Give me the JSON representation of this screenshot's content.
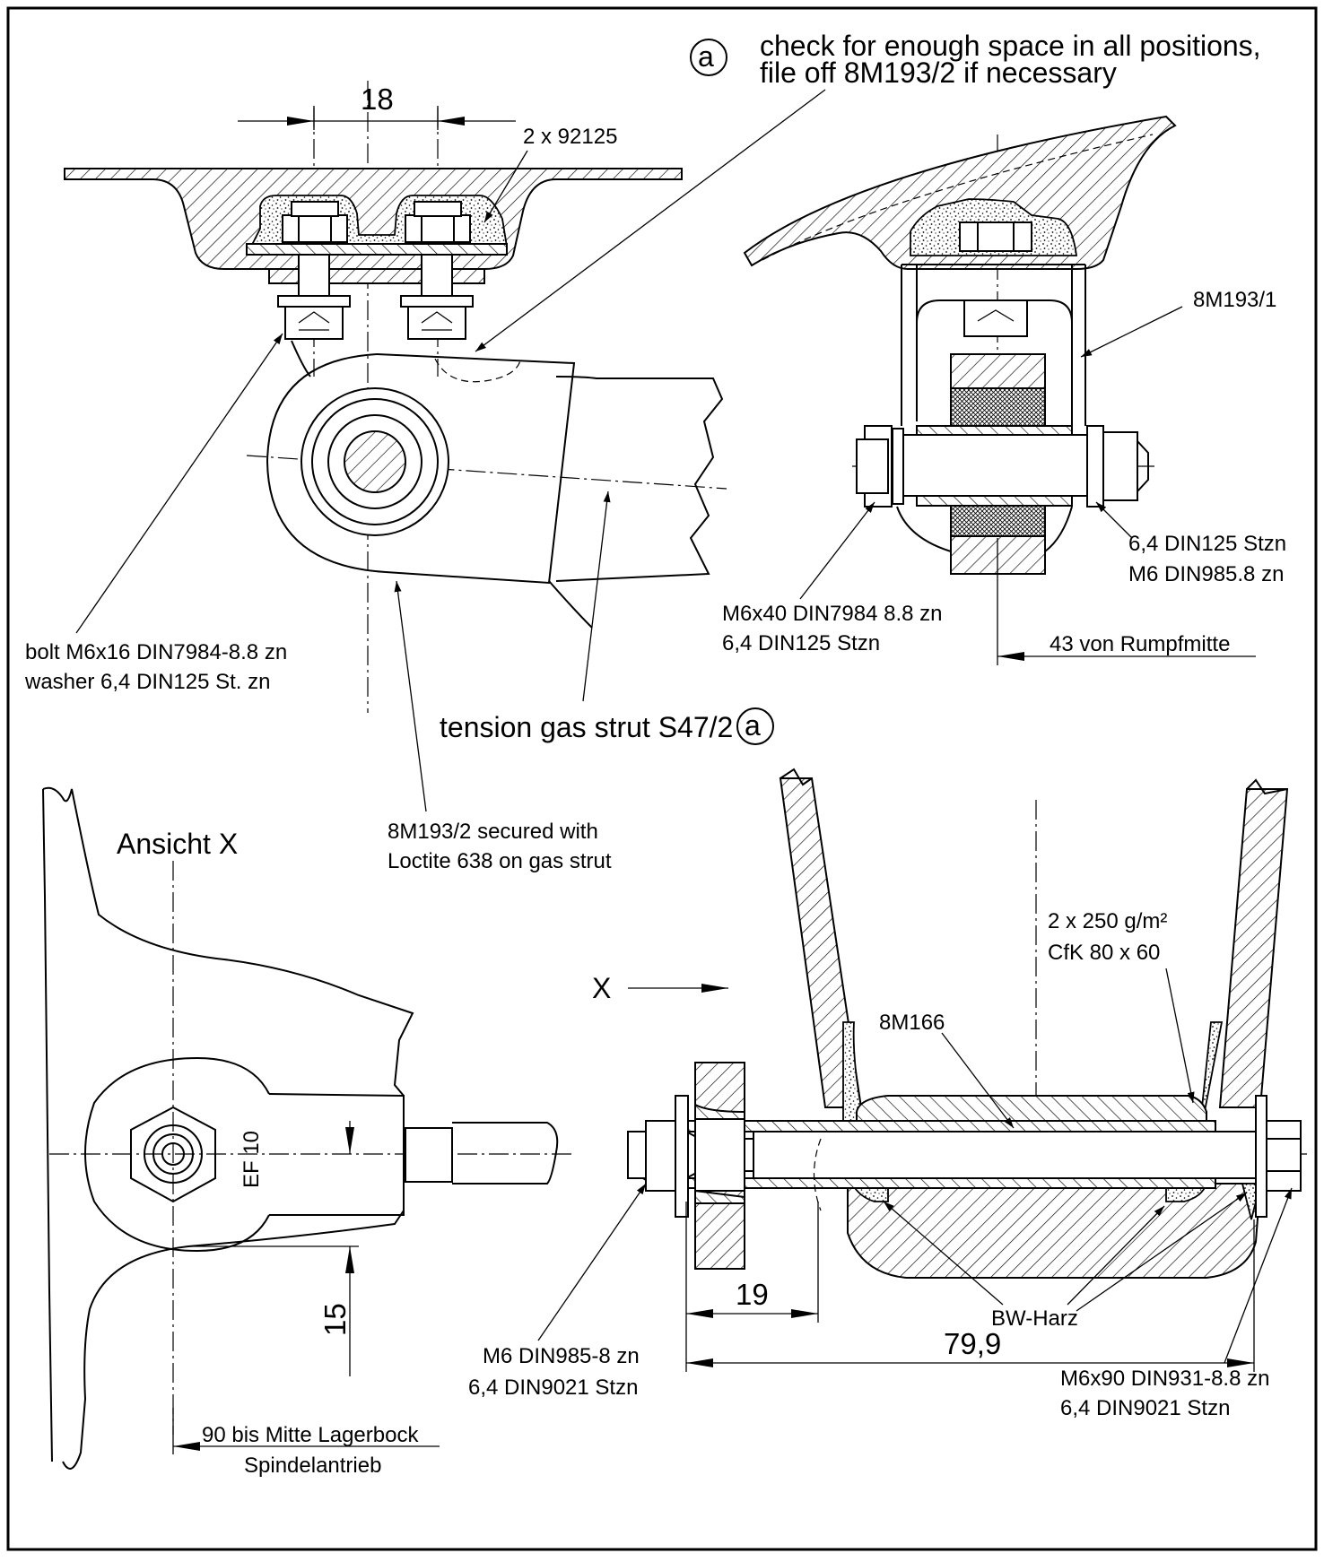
{
  "note_marker": "a",
  "note_top": {
    "line1": "check for enough space in all positions,",
    "line2": "file off 8M193/2 if necessary"
  },
  "dim_18": "18",
  "callout_92125": "2 x 92125",
  "callout_8m193_1": "8M193/1",
  "callout_stzn_right": {
    "line1": "6,4 DIN125 Stzn",
    "line2": "M6 DIN985.8 zn"
  },
  "callout_m6x40": {
    "line1": "M6x40 DIN7984 8.8 zn",
    "line2": "6,4 DIN125 Stzn"
  },
  "dim_43": "43  von Rumpfmitte",
  "callout_bolt": {
    "line1": "bolt M6x16 DIN7984-8.8 zn",
    "line2": "washer 6,4 DIN125 St. zn"
  },
  "callout_strut": "tension gas strut S47/2",
  "callout_8m193_2": {
    "line1": "8M193/2 secured with",
    "line2": "Loctite 638 on gas strut"
  },
  "view_title": "Ansicht X",
  "view_arrow_label": "X",
  "rod_end_label": "EF 10",
  "dim_15": "15",
  "dim_90": {
    "line1": "90 bis Mitte Lagerbock",
    "line2": "Spindelantrieb"
  },
  "callout_cfk": {
    "line1": "2 x 250 g/m²",
    "line2": "CfK  80 x 60"
  },
  "callout_8m166": "8M166",
  "dim_19": "19",
  "dim_79_9": "79,9",
  "callout_bw": "BW-Harz",
  "callout_m6_din985": {
    "line1": "M6 DIN985-8 zn",
    "line2": "6,4 DIN9021 Stzn"
  },
  "callout_m6x90": {
    "line1": "M6x90 DIN931-8.8 zn",
    "line2": "6,4 DIN9021 Stzn"
  }
}
